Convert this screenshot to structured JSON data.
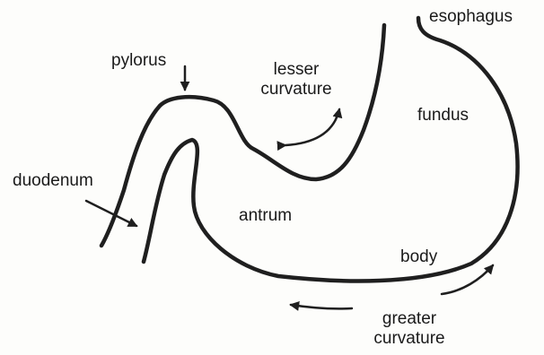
{
  "colors": {
    "ink": "#1f1f1f",
    "paper": "#fdfdfb"
  },
  "labels": {
    "esophagus": "esophagus",
    "pylorus": "pylorus",
    "lesser_curvature": [
      "lesser",
      "curvature"
    ],
    "fundus": "fundus",
    "duodenum": "duodenum",
    "antrum": "antrum",
    "body": "body",
    "greater_curvature": [
      "greater",
      "curvature"
    ]
  }
}
